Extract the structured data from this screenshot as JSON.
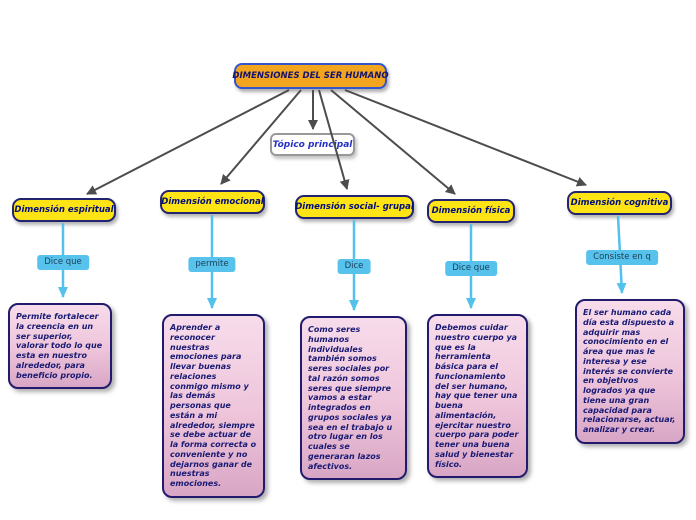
{
  "map": {
    "root": {
      "label": "DIMENSIONES DEL SER HUMANO"
    },
    "topic": {
      "label": "Tópico principal"
    },
    "branches": [
      {
        "title": "Dimensión espiritual",
        "connector": "Dice que",
        "description": "Permite fortalecer la creencia en un ser superior, valorar todo lo que esta en nuestro alrededor, para beneficio propio."
      },
      {
        "title": "Dimensión emocional",
        "connector": "permite",
        "description": "Aprender a reconocer nuestras emociones para llevar buenas relaciones conmigo mismo y las demás personas que están a mi alrededor, siempre se debe actuar de la forma correcta o conveniente y no dejarnos ganar de nuestras emociones."
      },
      {
        "title": "Dimensión social- grupal",
        "connector": "Dice",
        "description": "Como seres humanos individuales también somos seres sociales por tal razón somos seres que siempre vamos a estar integrados en grupos sociales ya sea en el trabajo u otro lugar en los cuales se generaran lazos afectivos."
      },
      {
        "title": "Dimensión física",
        "connector": "Dice que",
        "description": "Debemos cuidar nuestro cuerpo ya que es la herramienta básica para el funcionamiento del ser humano, hay que tener una buena alimentación, ejercitar nuestro cuerpo para poder tener una buena salud y bienestar físico."
      },
      {
        "title": "Dimensión cognitiva",
        "connector": "Consiste en q",
        "description": "El ser humano cada día esta dispuesto a adquirir mas conocimiento en el área que mas le interesa y ese interés se convierte en objetivos logrados ya que tiene una gran capacidad para relacionarse, actuar, analizar y crear."
      }
    ],
    "colors": {
      "root_fill": "#f3a51f",
      "root_border": "#3356cd",
      "dimension_fill": "#ffe415",
      "node_border": "#23246f",
      "connector_fill": "#57c2ec",
      "description_fill_top": "#f7dceb",
      "description_fill_bottom": "#d8a6c5",
      "edge_dark": "#4d4d4d",
      "edge_blue": "#53c1ec",
      "text_navy": "#13136e"
    }
  }
}
